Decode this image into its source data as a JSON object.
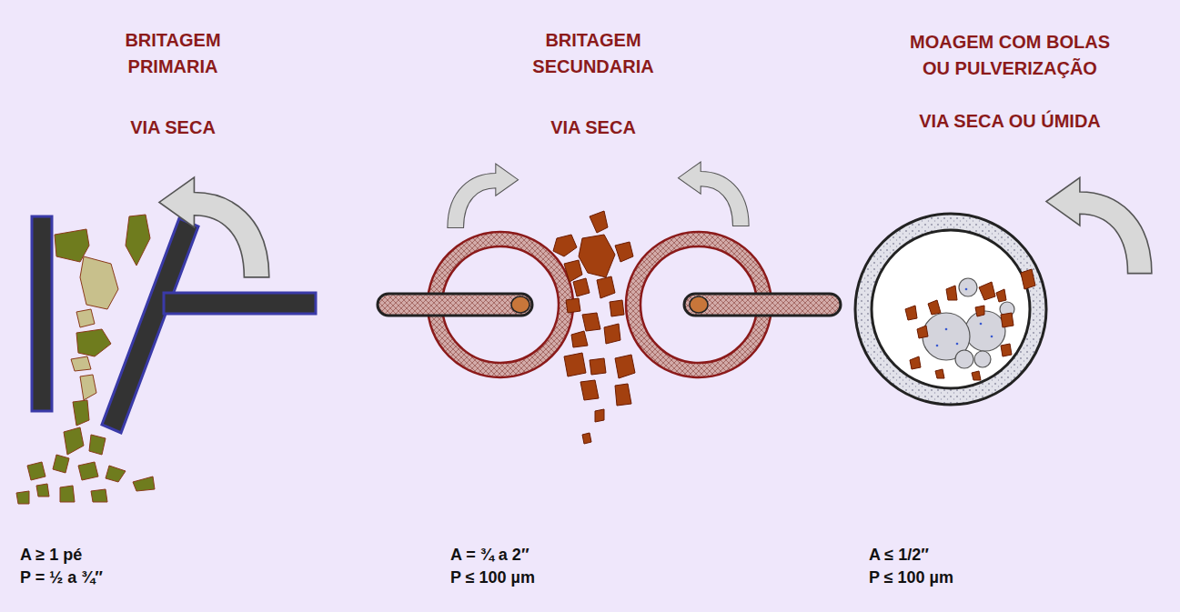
{
  "diagram": {
    "labels": [
      "BRITAGEM PRIMARIA",
      "VIA SECA",
      "A ≥ 1 pé",
      "P = ½ a ¾″",
      "BRITAGEM SECUNDARIA",
      "VIA SECA",
      "A = ¾ a 2″",
      "P ≤ 100 µm",
      "MOAGEM COM BOLAS OU PULVERIZAÇÃO",
      "VIA SECA OU ÚMIDA",
      "A ≤ 1/2″",
      "P ≤ 100 µm"
    ]
  }
}
